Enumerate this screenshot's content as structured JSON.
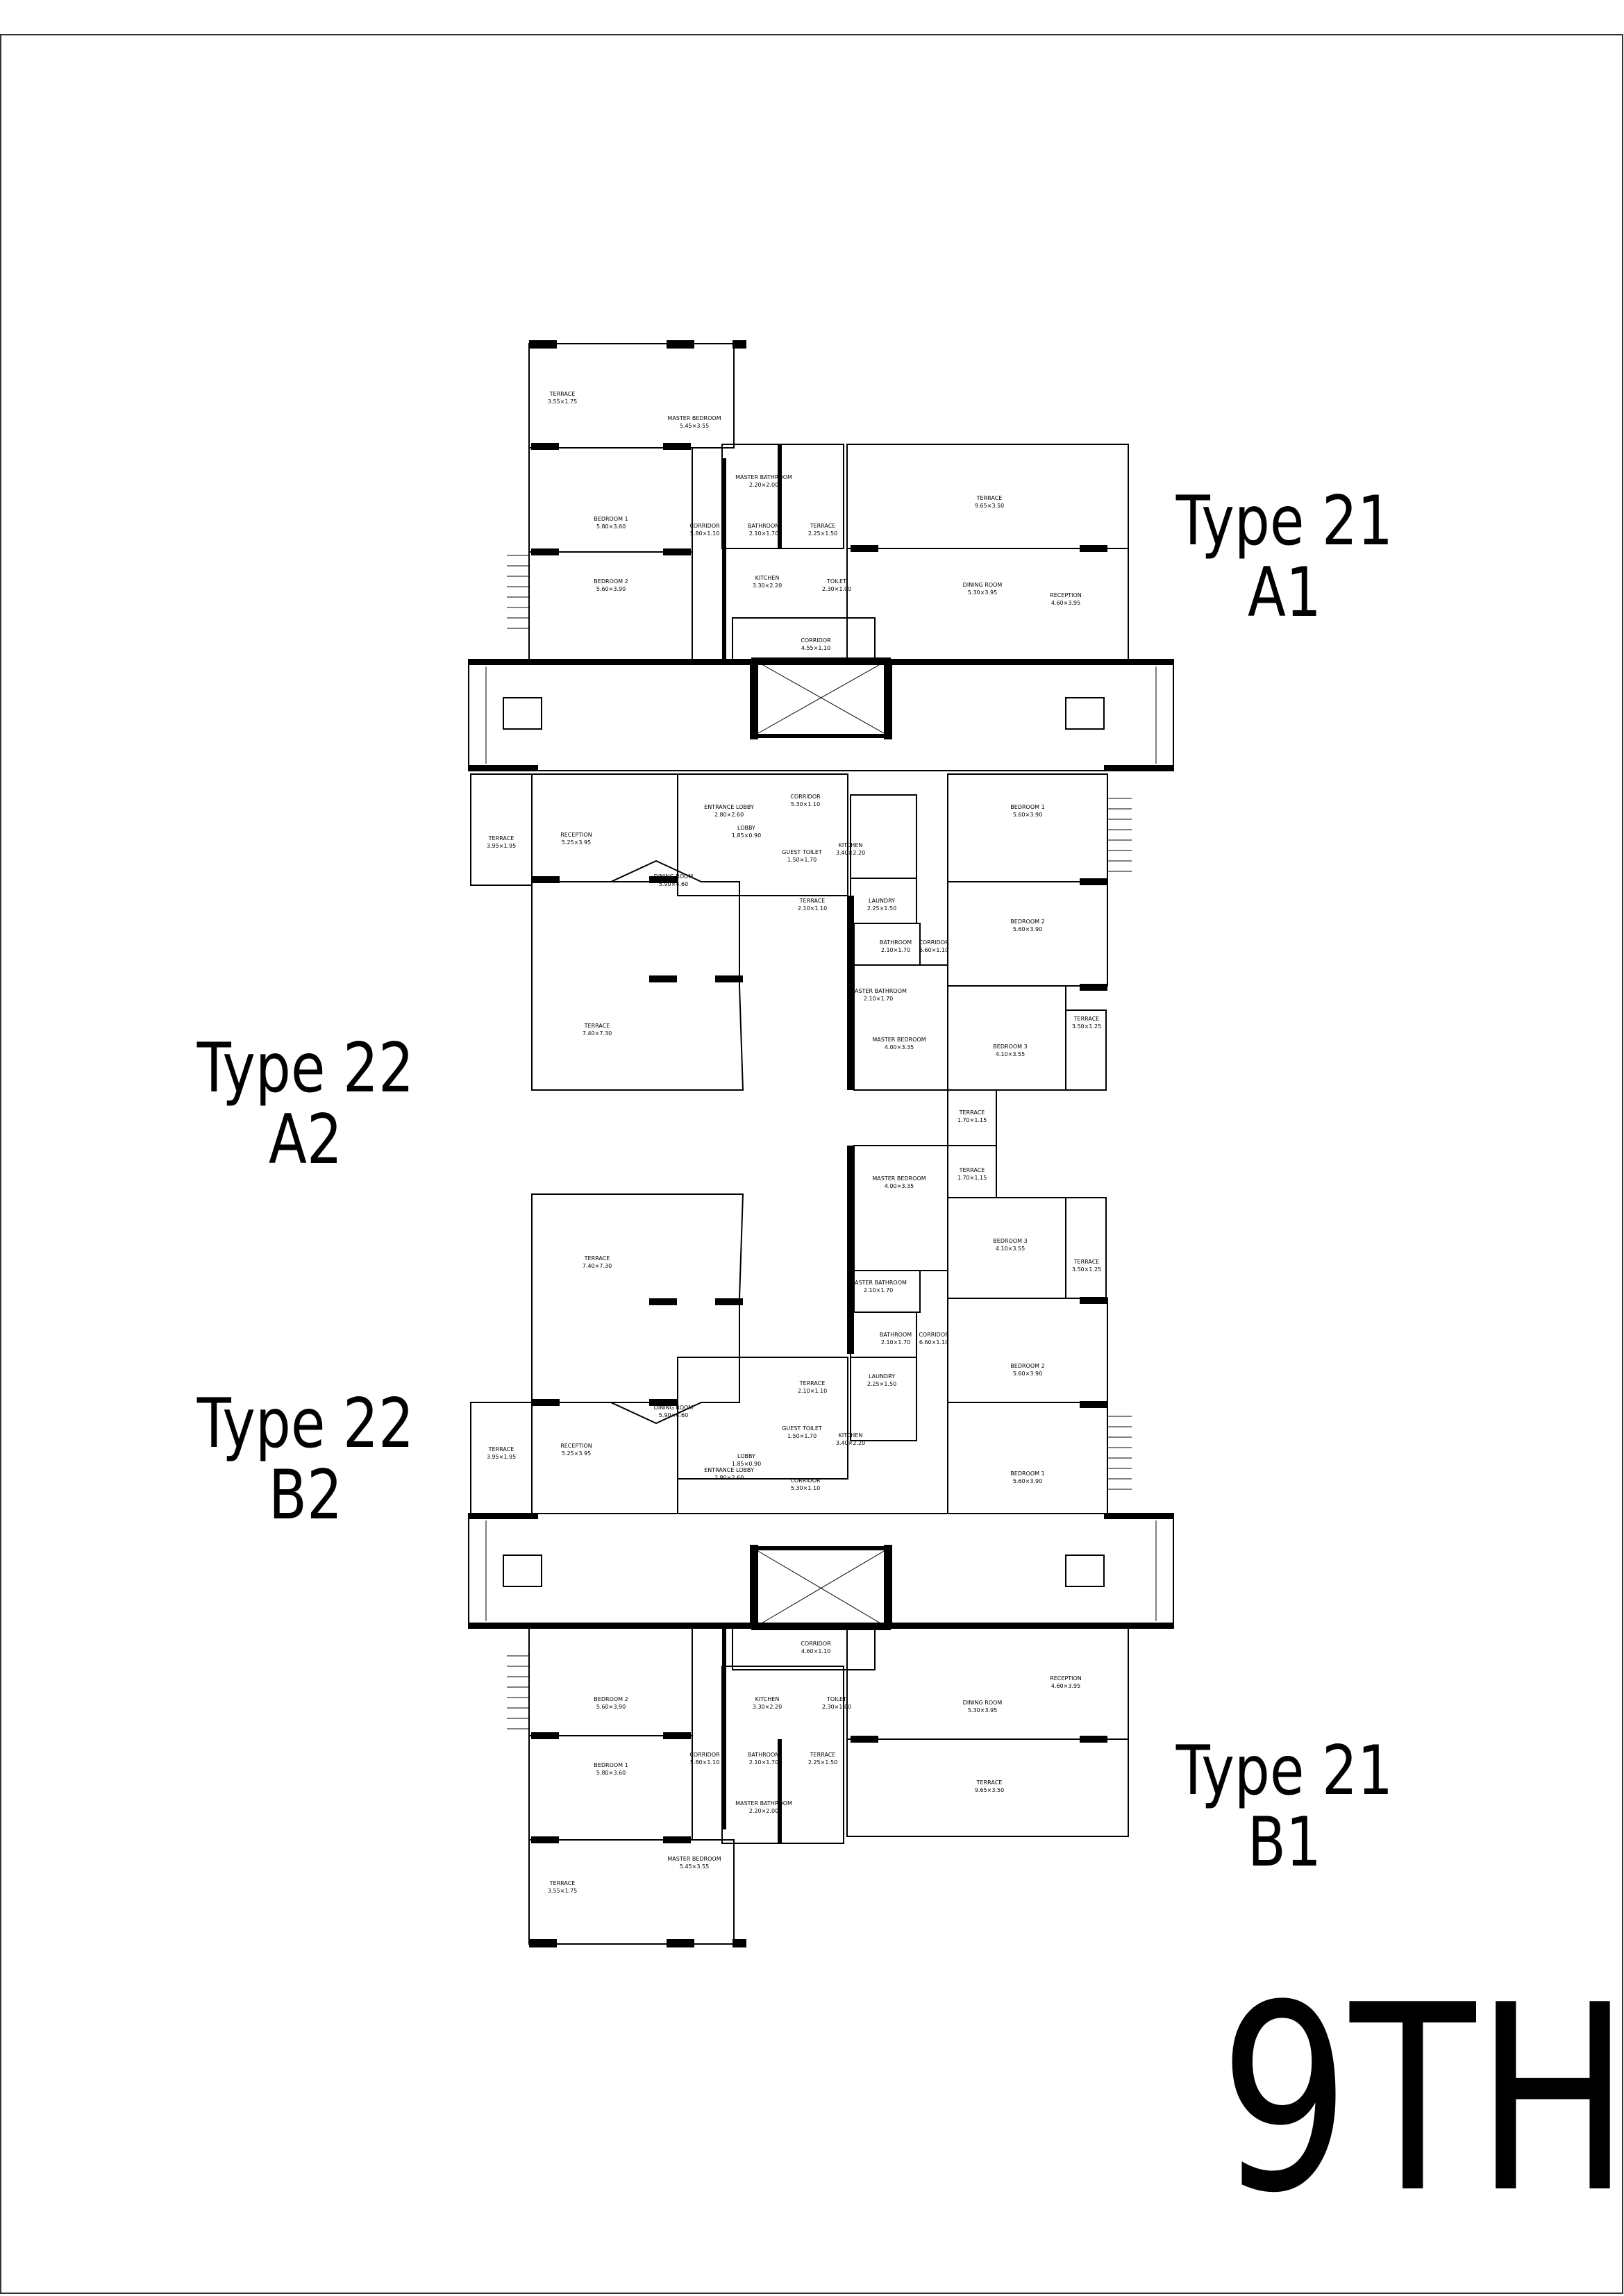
{
  "floor_label": "9TH",
  "unit_types": [
    {
      "line1": "Type 21",
      "line2": "A1"
    },
    {
      "line1": "Type 22",
      "line2": "A2"
    },
    {
      "line1": "Type 22",
      "line2": "B2"
    },
    {
      "line1": "Type 21",
      "line2": "B1"
    }
  ],
  "rooms": [
    {
      "name": "TERRACE",
      "dim": "3.55×1.75"
    },
    {
      "name": "MASTER BEDROOM",
      "dim": "5.45×3.55"
    },
    {
      "name": "MASTER BATHROOM",
      "dim": "2.20×2.00"
    },
    {
      "name": "TERRACE",
      "dim": "9.65×3.50"
    },
    {
      "name": "BEDROOM 1",
      "dim": "5.80×3.60"
    },
    {
      "name": "CORRIDOR",
      "dim": "5.80×1.10"
    },
    {
      "name": "BATHROOM",
      "dim": "2.10×1.70"
    },
    {
      "name": "TERRACE",
      "dim": "2.25×1.50"
    },
    {
      "name": "BEDROOM 2",
      "dim": "5.60×3.90"
    },
    {
      "name": "KITCHEN",
      "dim": "3.30×2.20"
    },
    {
      "name": "TOILET",
      "dim": "2.30×1.00"
    },
    {
      "name": "DINING ROOM",
      "dim": "5.30×3.95"
    },
    {
      "name": "RECEPTION",
      "dim": "4.60×3.95"
    },
    {
      "name": "CORRIDOR",
      "dim": "4.55×1.10"
    },
    {
      "name": "TERRACE",
      "dim": "3.95×1.95"
    },
    {
      "name": "RECEPTION",
      "dim": "5.25×3.95"
    },
    {
      "name": "ENTRANCE LOBBY",
      "dim": "2.80×2.60"
    },
    {
      "name": "CORRIDOR",
      "dim": "5.30×1.10"
    },
    {
      "name": "BEDROOM 1",
      "dim": "5.60×3.90"
    },
    {
      "name": "LOBBY",
      "dim": "1.85×0.90"
    },
    {
      "name": "GUEST TOILET",
      "dim": "1.50×1.70"
    },
    {
      "name": "KITCHEN",
      "dim": "3.40×2.20"
    },
    {
      "name": "DINING ROOM",
      "dim": "5.90×4.60"
    },
    {
      "name": "TERRACE",
      "dim": "2.10×1.10"
    },
    {
      "name": "LAUNDRY",
      "dim": "2.25×1.50"
    },
    {
      "name": "BEDROOM 2",
      "dim": "5.60×3.90"
    },
    {
      "name": "BATHROOM",
      "dim": "2.10×1.70"
    },
    {
      "name": "CORRIDOR",
      "dim": "6.60×1.10"
    },
    {
      "name": "MASTER BATHROOM",
      "dim": "2.10×1.70"
    },
    {
      "name": "TERRACE",
      "dim": "7.40×7.30"
    },
    {
      "name": "MASTER BEDROOM",
      "dim": "4.00×3.35"
    },
    {
      "name": "BEDROOM 3",
      "dim": "4.10×3.55"
    },
    {
      "name": "TERRACE",
      "dim": "3.50×1.25"
    },
    {
      "name": "TERRACE",
      "dim": "1.70×1.15"
    },
    {
      "name": "MASTER BEDROOM",
      "dim": "4.00×3.35"
    },
    {
      "name": "TERRACE",
      "dim": "1.70×1.15"
    },
    {
      "name": "BEDROOM 3",
      "dim": "4.10×3.55"
    },
    {
      "name": "TERRACE",
      "dim": "3.50×1.25"
    },
    {
      "name": "TERRACE",
      "dim": "7.40×7.30"
    },
    {
      "name": "MASTER BATHROOM",
      "dim": "2.10×1.70"
    },
    {
      "name": "BATHROOM",
      "dim": "2.10×1.70"
    },
    {
      "name": "CORRIDOR",
      "dim": "6.60×1.10"
    },
    {
      "name": "BEDROOM 2",
      "dim": "5.60×3.90"
    },
    {
      "name": "LAUNDRY",
      "dim": "2.25×1.50"
    },
    {
      "name": "TERRACE",
      "dim": "2.10×1.10"
    },
    {
      "name": "DINING ROOM",
      "dim": "5.90×4.60"
    },
    {
      "name": "GUEST TOILET",
      "dim": "1.50×1.70"
    },
    {
      "name": "KITCHEN",
      "dim": "3.40×2.20"
    },
    {
      "name": "LOBBY",
      "dim": "1.85×0.90"
    },
    {
      "name": "TERRACE",
      "dim": "3.95×1.95"
    },
    {
      "name": "RECEPTION",
      "dim": "5.25×3.95"
    },
    {
      "name": "ENTRANCE LOBBY",
      "dim": "2.80×2.60"
    },
    {
      "name": "CORRIDOR",
      "dim": "5.30×1.10"
    },
    {
      "name": "BEDROOM 1",
      "dim": "5.60×3.90"
    },
    {
      "name": "CORRIDOR",
      "dim": "4.60×1.10"
    },
    {
      "name": "RECEPTION",
      "dim": "4.60×3.95"
    },
    {
      "name": "BEDROOM 2",
      "dim": "5.60×3.90"
    },
    {
      "name": "KITCHEN",
      "dim": "3.30×2.20"
    },
    {
      "name": "TOILET",
      "dim": "2.30×1.00"
    },
    {
      "name": "DINING ROOM",
      "dim": "5.30×3.95"
    },
    {
      "name": "CORRIDOR",
      "dim": "5.80×1.10"
    },
    {
      "name": "BATHROOM",
      "dim": "2.10×1.70"
    },
    {
      "name": "TERRACE",
      "dim": "2.25×1.50"
    },
    {
      "name": "BEDROOM 1",
      "dim": "5.80×3.60"
    },
    {
      "name": "TERRACE",
      "dim": "9.65×3.50"
    },
    {
      "name": "MASTER BATHROOM",
      "dim": "2.20×2.00"
    },
    {
      "name": "MASTER BEDROOM",
      "dim": "5.45×3.55"
    },
    {
      "name": "TERRACE",
      "dim": "3.55×1.75"
    }
  ]
}
